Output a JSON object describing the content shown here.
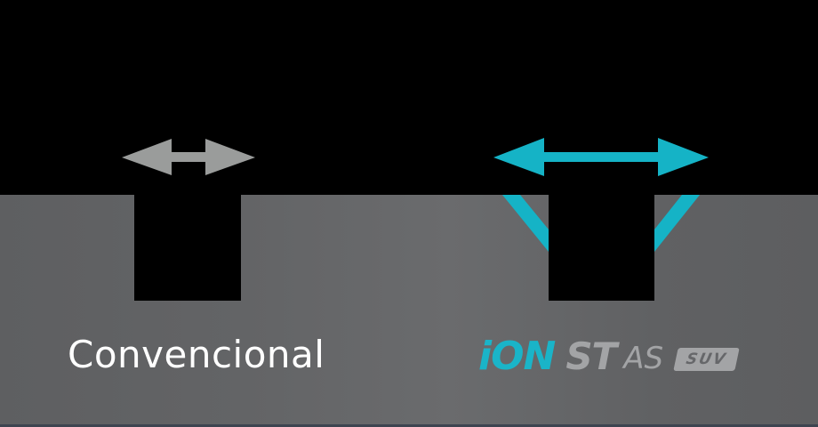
{
  "colors": {
    "background_top": "#000000",
    "background_bottom": "#636466",
    "conventional_arrow": "#9a9c9b",
    "accent_cyan": "#1ab4c8",
    "brand_gray": "#a3a4a6",
    "label_white": "#ffffff"
  },
  "left_panel": {
    "label": "Convencional",
    "arrow_icon": "double-arrow-horizontal",
    "groove_shape": "rectangular-slot"
  },
  "right_panel": {
    "brand": {
      "ion": "iON",
      "st": "ST",
      "as": "AS",
      "badge": "SUV"
    },
    "arrow_icon": "double-arrow-horizontal-wide",
    "groove_shape": "chamfered-slot"
  }
}
